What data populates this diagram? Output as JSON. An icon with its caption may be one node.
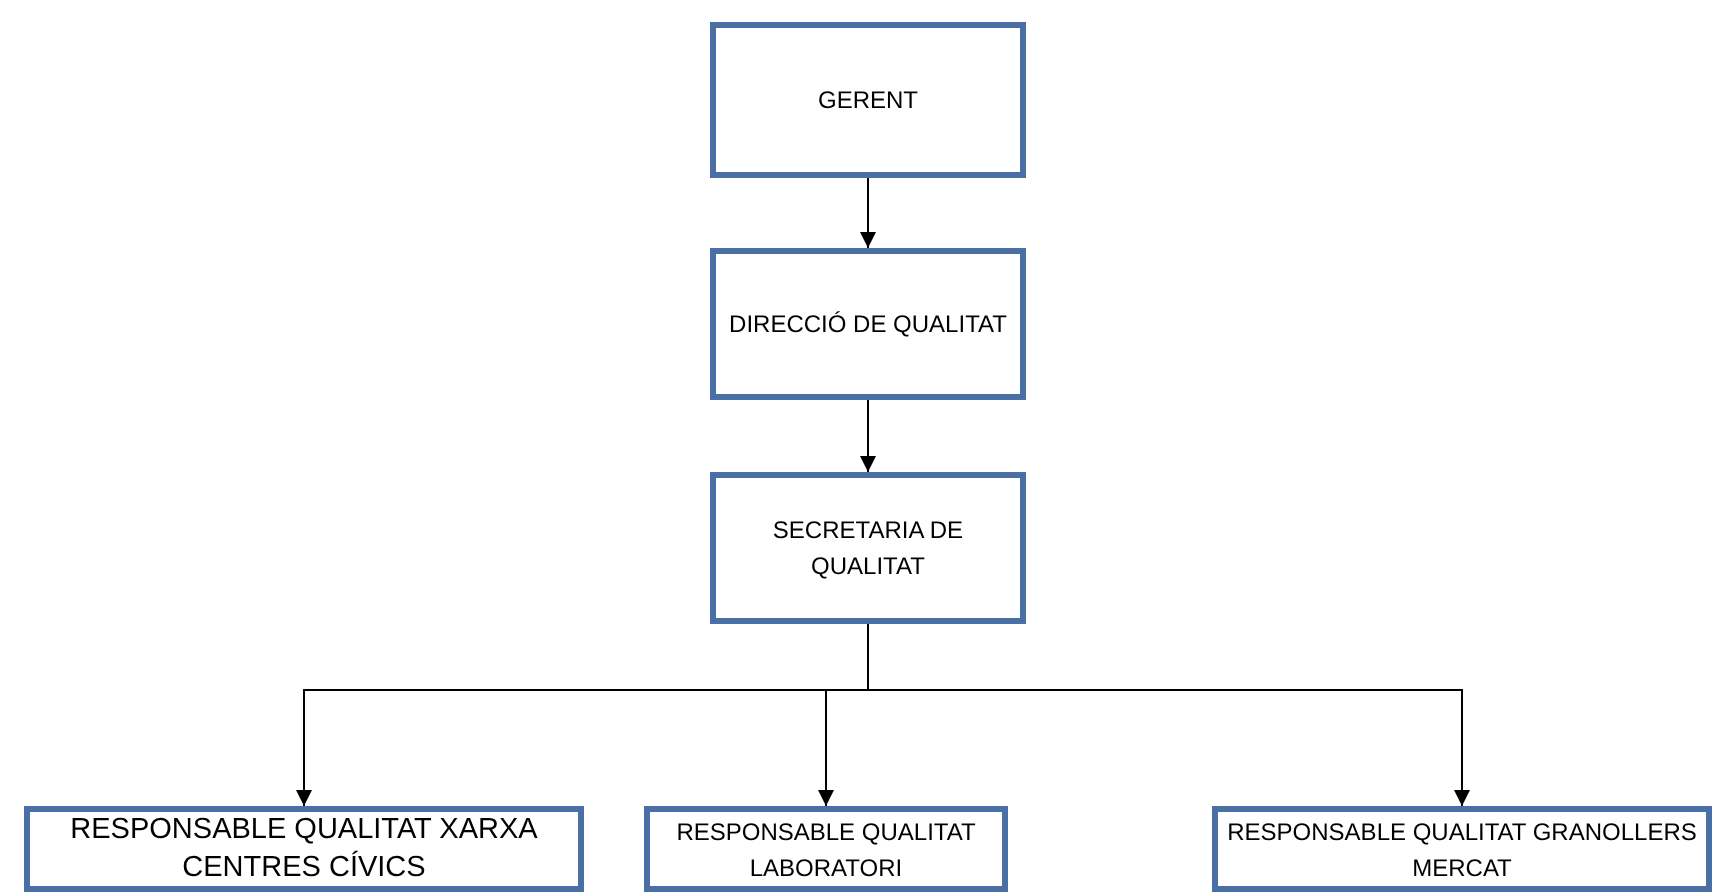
{
  "diagram": {
    "nodes": [
      {
        "text": [
          "GERENT"
        ]
      },
      {
        "text": [
          "DIRECCIÓ DE QUALITAT"
        ]
      },
      {
        "text": [
          "SECRETARIA DE QUALITAT"
        ]
      },
      {
        "text": [
          "RESPONSABLE QUALITAT XARXA CENTRES CÍVICS"
        ]
      },
      {
        "text": [
          "RESPONSABLE QUALITAT LABORATORI"
        ]
      },
      {
        "text": [
          "RESPONSABLE QUALITAT GRANOLLERS MERCAT"
        ]
      }
    ],
    "edges": [
      {
        "from": 0,
        "to": 1,
        "arrow": "to"
      },
      {
        "from": 1,
        "to": 2,
        "arrow": "to"
      },
      {
        "from": 2,
        "to": 3,
        "arrow": "to"
      },
      {
        "from": 2,
        "to": 4,
        "arrow": "to"
      },
      {
        "from": 2,
        "to": 5,
        "arrow": "to"
      }
    ]
  }
}
